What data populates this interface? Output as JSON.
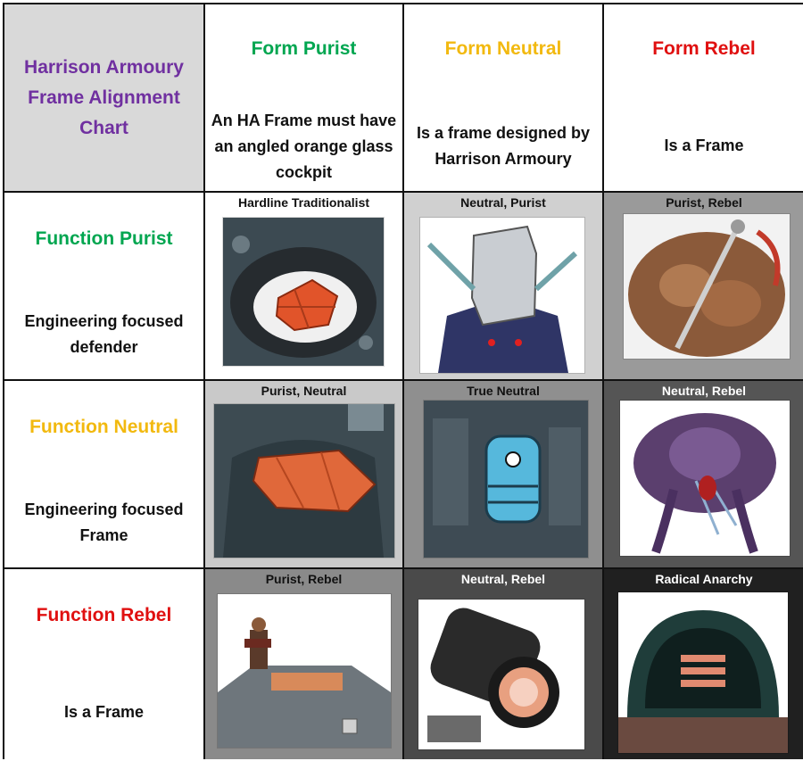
{
  "corner_title": [
    "Harrison Armoury",
    "Frame Alignment",
    "Chart"
  ],
  "columns": [
    {
      "label": "Form Purist",
      "color": "#00a650",
      "desc": [
        "An HA Frame must have",
        "an angled orange glass",
        "cockpit"
      ]
    },
    {
      "label": "Form Neutral",
      "color": "#f2b90f",
      "desc": [
        "Is a frame designed by",
        "Harrison Armoury"
      ]
    },
    {
      "label": "Form Rebel",
      "color": "#e01010",
      "desc": [
        "Is a Frame"
      ]
    }
  ],
  "rows": [
    {
      "label": "Function Purist",
      "color": "#00a650",
      "desc": [
        "Engineering focused",
        "defender"
      ]
    },
    {
      "label": "Function Neutral",
      "color": "#f2b90f",
      "desc": [
        "Engineering focused",
        "Frame"
      ]
    },
    {
      "label": "Function Rebel",
      "color": "#e01010",
      "desc": [
        "Is a Frame"
      ]
    }
  ],
  "cells": [
    [
      {
        "label": "Hardline Traditionalist",
        "bg": "#ffffff",
        "label_color": "#111111",
        "icon": "orange-cockpit-frame-image"
      },
      {
        "label": "Neutral, Purist",
        "bg": "#d0d0d0",
        "label_color": "#111111",
        "icon": "blue-mech-frame-image"
      },
      {
        "label": "Purist, Rebel",
        "bg": "#9a9a9a",
        "label_color": "#111111",
        "icon": "bronze-creature-frame-image"
      }
    ],
    [
      {
        "label": "Purist, Neutral",
        "bg": "#c9c9c9",
        "label_color": "#111111",
        "icon": "orange-glass-cockpit-image"
      },
      {
        "label": "True Neutral",
        "bg": "#8f8f8f",
        "label_color": "#111111",
        "icon": "cyan-visor-mech-image"
      },
      {
        "label": "Neutral, Rebel",
        "bg": "#555555",
        "label_color": "#ffffff",
        "icon": "purple-tentacle-frame-image"
      }
    ],
    [
      {
        "label": "Purist, Rebel",
        "bg": "#8a8a8a",
        "label_color": "#111111",
        "icon": "pilot-on-armored-frame-image"
      },
      {
        "label": "Neutral, Rebel",
        "bg": "#4a4a4a",
        "label_color": "#ffffff",
        "icon": "cannon-lens-frame-image"
      },
      {
        "label": "Radical Anarchy",
        "bg": "#202020",
        "label_color": "#ffffff",
        "icon": "dark-dome-frame-image"
      }
    ]
  ]
}
